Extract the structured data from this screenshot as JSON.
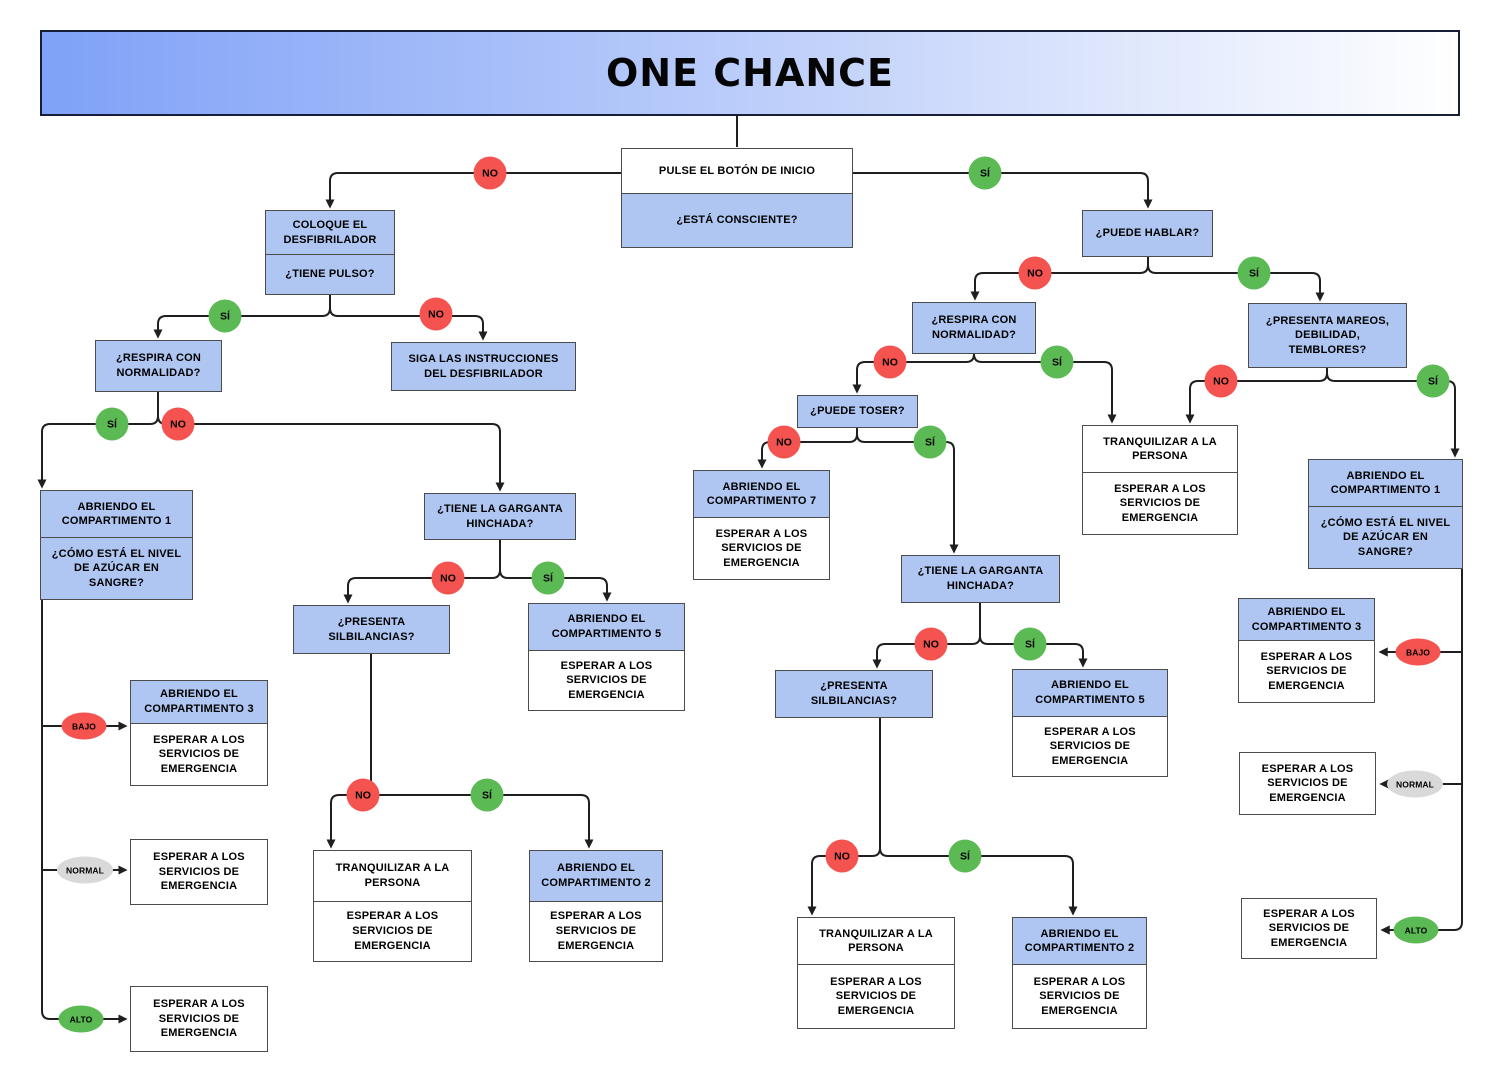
{
  "title": "ONE CHANCE",
  "labels": {
    "yes": "SÍ",
    "no": "NO",
    "low": "BAJO",
    "normal": "NORMAL",
    "high": "ALTO"
  },
  "phrases": {
    "press_start": "PULSE EL BOTÓN DE INICIO",
    "conscious": "¿ESTÁ CONSCIENTE?",
    "place_defib": "COLOQUE EL DESFIBRILADOR",
    "pulse": "¿TIENE PULSO?",
    "follow_defib": "SIGA LAS INSTRUCCIONES DEL DESFIBRILADOR",
    "breathe_normal": "¿RESPIRA CON NORMALIDAD?",
    "open_comp_1": "ABRIENDO EL COMPARTIMENTO 1",
    "open_comp_2": "ABRIENDO EL COMPARTIMENTO 2",
    "open_comp_3": "ABRIENDO EL COMPARTIMENTO 3",
    "open_comp_5": "ABRIENDO EL COMPARTIMENTO 5",
    "open_comp_7": "ABRIENDO EL COMPARTIMENTO 7",
    "sugar_level": "¿CÓMO ESTÁ EL NIVEL DE AZÚCAR EN SANGRE?",
    "wait_services": "ESPERAR A LOS SERVICIOS DE EMERGENCIA",
    "calm_person": "TRANQUILIZAR A LA PERSONA",
    "throat_swollen": "¿TIENE LA GARGANTA HINCHADA?",
    "wheezing": "¿PRESENTA SILBILANCIAS?",
    "can_speak": "¿PUEDE HABLAR?",
    "dizzy": "¿PRESENTA MAREOS, DEBILIDAD, TEMBLORES?",
    "can_cough": "¿PUEDE TOSER?"
  },
  "colors": {
    "node_blue": "#aec6f1",
    "node_border": "#4c4c4c",
    "line_dark": "#1f1f1f",
    "yes_green": "#5cba55",
    "no_red": "#f4534f",
    "neutral_gray": "#d9d9d9",
    "header_blue_start": "#7fa1f7",
    "header_blue_mid": "#c2d2fa"
  }
}
